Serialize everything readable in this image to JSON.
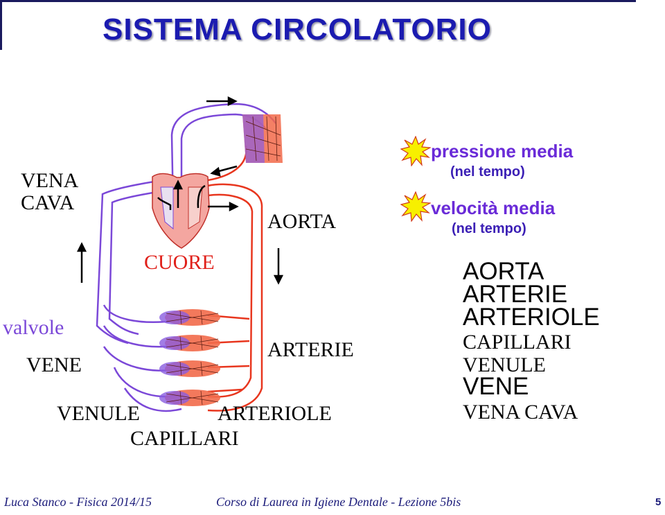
{
  "title": "SISTEMA  CIRCOLATORIO",
  "diagram_labels": {
    "vena_cava": "VENA\nCAVA",
    "cuore": "CUORE",
    "aorta": "AORTA",
    "valvole": "valvole",
    "vene": "VENE",
    "arterie": "ARTERIE",
    "venule": "VENULE",
    "arteriole": "ARTERIOLE",
    "capillari": "CAPILLARI"
  },
  "legend": {
    "pressione": "pressione  media",
    "pressione_sub": "(nel  tempo)",
    "velocita": "velocità  media",
    "velocita_sub": "(nel  tempo)"
  },
  "vessel_list": [
    "AORTA",
    "ARTERIE",
    "ARTERIOLE",
    "CAPILLARI",
    "VENULE",
    "VENE",
    "VENA  CAVA"
  ],
  "footer": {
    "left": "Luca Stanco - Fisica 2014/15",
    "center": "Corso di Laurea in Igiene Dentale - Lezione 5bis",
    "page": "5"
  },
  "colors": {
    "title": "#1b1bb0",
    "arterial": "#e8361e",
    "venous": "#7b48d8",
    "legend_text": "#6a2bd8",
    "starburst": "#f7f000"
  }
}
